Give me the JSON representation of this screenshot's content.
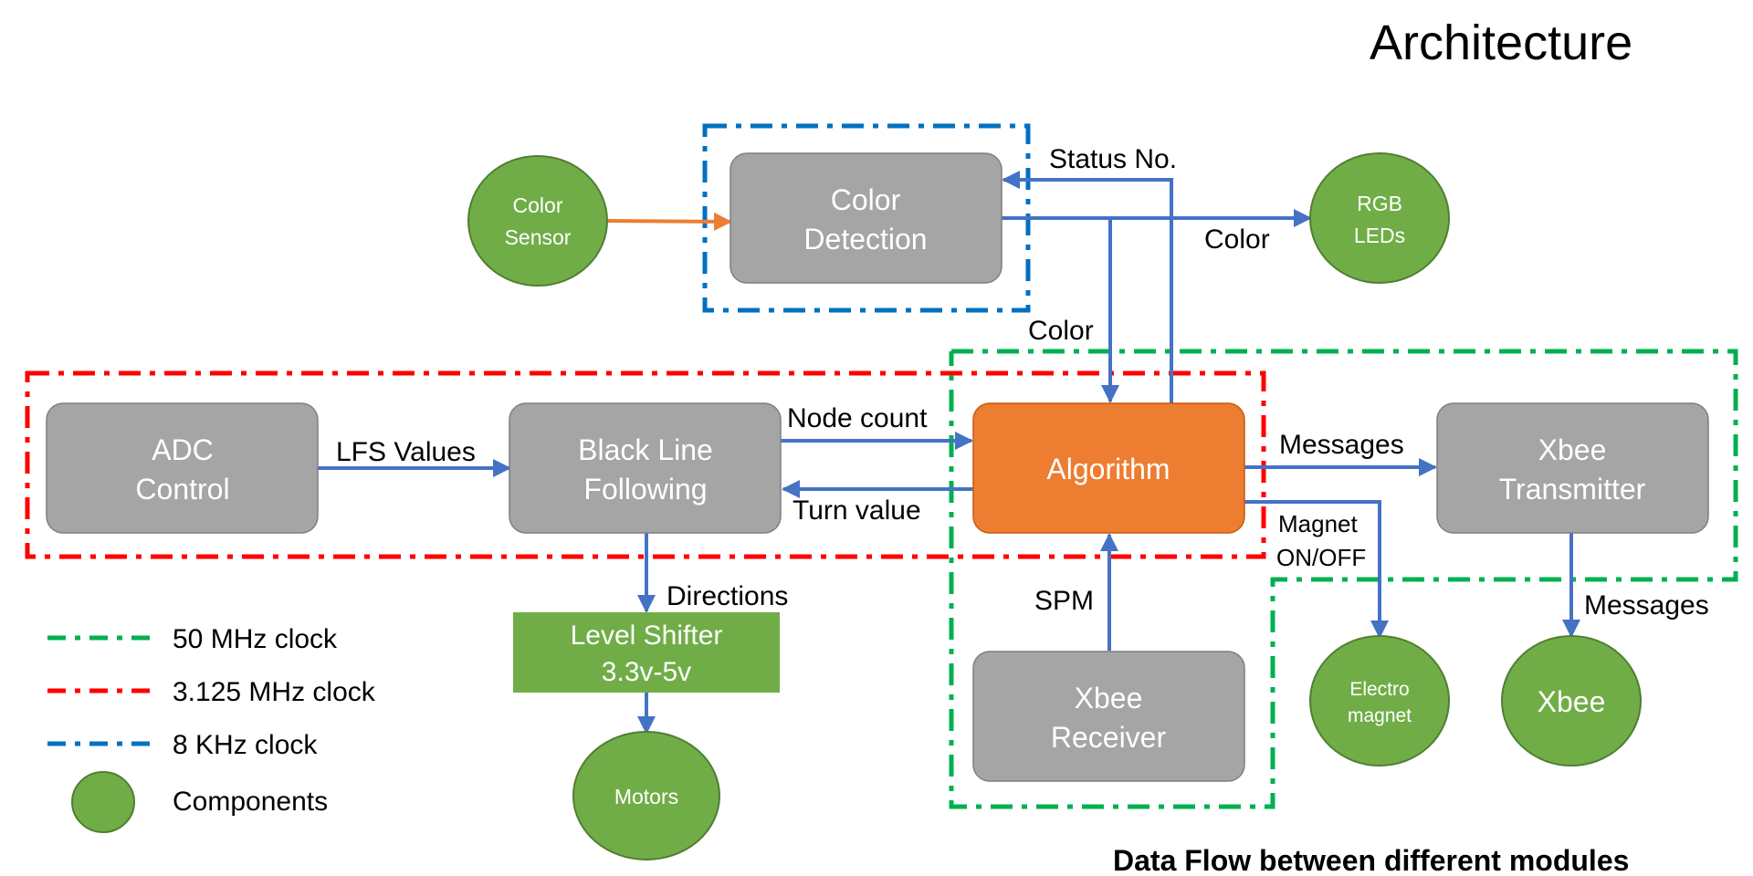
{
  "title": "Architecture",
  "footer": "Data Flow between different modules",
  "colors": {
    "module_gray": "#a5a5a5",
    "algorithm_orange": "#ed7d31",
    "component_green": "#70ad47",
    "arrow_blue": "#4472c4",
    "arrow_orange": "#ed7d31",
    "clock_50mhz": "#00b050",
    "clock_3125mhz": "#ff0000",
    "clock_8khz": "#0070c0"
  },
  "modules": {
    "adc_control": [
      "ADC",
      "Control"
    ],
    "black_line_following": [
      "Black Line",
      "Following"
    ],
    "algorithm": "Algorithm",
    "xbee_transmitter": [
      "Xbee",
      "Transmitter"
    ],
    "color_detection": [
      "Color",
      "Detection"
    ],
    "xbee_receiver": [
      "Xbee",
      "Receiver"
    ],
    "level_shifter": [
      "Level Shifter",
      "3.3v-5v"
    ]
  },
  "components": {
    "color_sensor": [
      "Color",
      "Sensor"
    ],
    "rgb_leds": [
      "RGB",
      "LEDs"
    ],
    "motors": "Motors",
    "electromagnet": [
      "Electro",
      "magnet"
    ],
    "xbee": "Xbee"
  },
  "flows": {
    "lfs_values": "LFS Values",
    "node_count": "Node count",
    "turn_value": "Turn value",
    "messages_tx": "Messages",
    "magnet": [
      "Magnet",
      "ON/OFF"
    ],
    "directions": "Directions",
    "messages_out": "Messages",
    "spm": "SPM",
    "status_no": "Status No.",
    "color_to_leds": "Color",
    "color_to_algorithm": "Color"
  },
  "legend": {
    "clock_50mhz": "50 MHz clock",
    "clock_3125mhz": "3.125 MHz clock",
    "clock_8khz": "8 KHz clock",
    "components": "Components"
  }
}
